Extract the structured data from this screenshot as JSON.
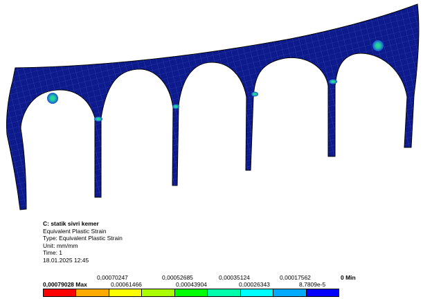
{
  "header": {
    "title": "C: statik sivri kemer",
    "result": "Equivalent Plastic Strain",
    "type": "Type: Equivalent Plastic Strain",
    "unit": "Unit: mm/mm",
    "time": "Time: 1",
    "date": "18.01.2025 12:45"
  },
  "legend": {
    "max_label": "0,00079028 Max",
    "min_label": "0 Min",
    "top_labels": [
      "0,00070247",
      "0,00052685",
      "0,00035124",
      "0,00017562"
    ],
    "bottom_labels": [
      "0,00061466",
      "0,00043904",
      "0,00026343",
      "8,7809e-5"
    ],
    "colors": [
      "#ff0000",
      "#ffaa00",
      "#ffff00",
      "#aaff00",
      "#00ff00",
      "#00ffaa",
      "#00ffff",
      "#00aaff",
      "#0000ff"
    ]
  },
  "model": {
    "body_color": "#0c1a8c",
    "mesh_color": "#4a5ad0",
    "hotspot_color": "#22c6a8"
  }
}
